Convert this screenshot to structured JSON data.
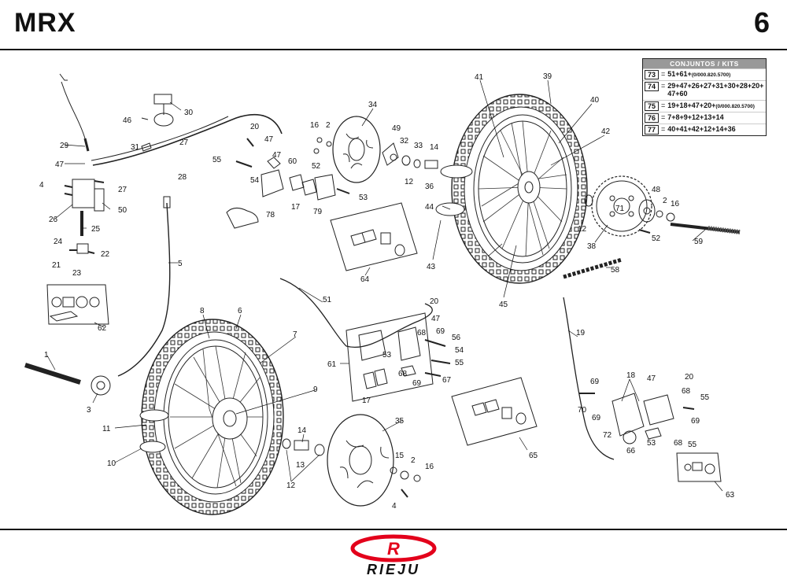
{
  "header": {
    "model": "MRX",
    "page": "6"
  },
  "kits": {
    "title": "CONJUNTOS / KITS",
    "rows": [
      {
        "id": "73",
        "formula": "51+61+",
        "ref": "(0/000.820.5700)"
      },
      {
        "id": "74",
        "formula": "29+47+26+27+31+30+28+20+ 47+60",
        "ref": ""
      },
      {
        "id": "75",
        "formula": "19+18+47+20+",
        "ref": "(0/000.820.5700)"
      },
      {
        "id": "76",
        "formula": "7+8+9+12+13+14",
        "ref": ""
      },
      {
        "id": "77",
        "formula": "40+41+42+12+14+36",
        "ref": ""
      }
    ]
  },
  "brand": {
    "name": "RIEJU",
    "emblem_letter": "R",
    "color": "#e3001b"
  },
  "callouts": {
    "c1": "1",
    "c2": "2",
    "c2b": "2",
    "c2c": "2",
    "c3": "3",
    "c4": "4",
    "c4b": "4",
    "c5": "5",
    "c6": "6",
    "c7": "7",
    "c8": "8",
    "c9": "9",
    "c10": "10",
    "c11": "11",
    "c12": "12",
    "c12b": "12",
    "c12c": "12",
    "c13": "13",
    "c14": "14",
    "c14b": "14",
    "c15": "15",
    "c16": "16",
    "c16b": "16",
    "c16c": "16",
    "c17": "17",
    "c17b": "17",
    "c18": "18",
    "c19": "19",
    "c20": "20",
    "c20b": "20",
    "c20c": "20",
    "c21": "21",
    "c22": "22",
    "c23": "23",
    "c24": "24",
    "c25": "25",
    "c26": "26",
    "c27": "27",
    "c27b": "27",
    "c28": "28",
    "c29": "29",
    "c30": "30",
    "c31": "31",
    "c32": "32",
    "c33": "33",
    "c34": "34",
    "c35": "35",
    "c36": "36",
    "c38": "38",
    "c39": "39",
    "c40": "40",
    "c41": "41",
    "c42": "42",
    "c43": "43",
    "c44": "44",
    "c45": "45",
    "c46": "46",
    "c47": "47",
    "c47b": "47",
    "c47c": "47",
    "c47d": "47",
    "c48": "48",
    "c49": "49",
    "c50": "50",
    "c51": "51",
    "c52": "52",
    "c52b": "52",
    "c53": "53",
    "c53b": "53",
    "c53c": "53",
    "c54": "54",
    "c54b": "54",
    "c55": "55",
    "c55b": "55",
    "c55c": "55",
    "c55d": "55",
    "c56": "56",
    "c58": "58",
    "c59": "59",
    "c60": "60",
    "c61": "61",
    "c62": "62",
    "c63": "63",
    "c64": "64",
    "c65": "65",
    "c66": "66",
    "c67": "67",
    "c68": "68",
    "c68b": "68",
    "c68c": "68",
    "c68d": "68",
    "c69": "69",
    "c69b": "69",
    "c69c": "69",
    "c69d": "69",
    "c69e": "69",
    "c70": "70",
    "c71": "71",
    "c72": "72",
    "c78": "78",
    "c79": "79"
  }
}
